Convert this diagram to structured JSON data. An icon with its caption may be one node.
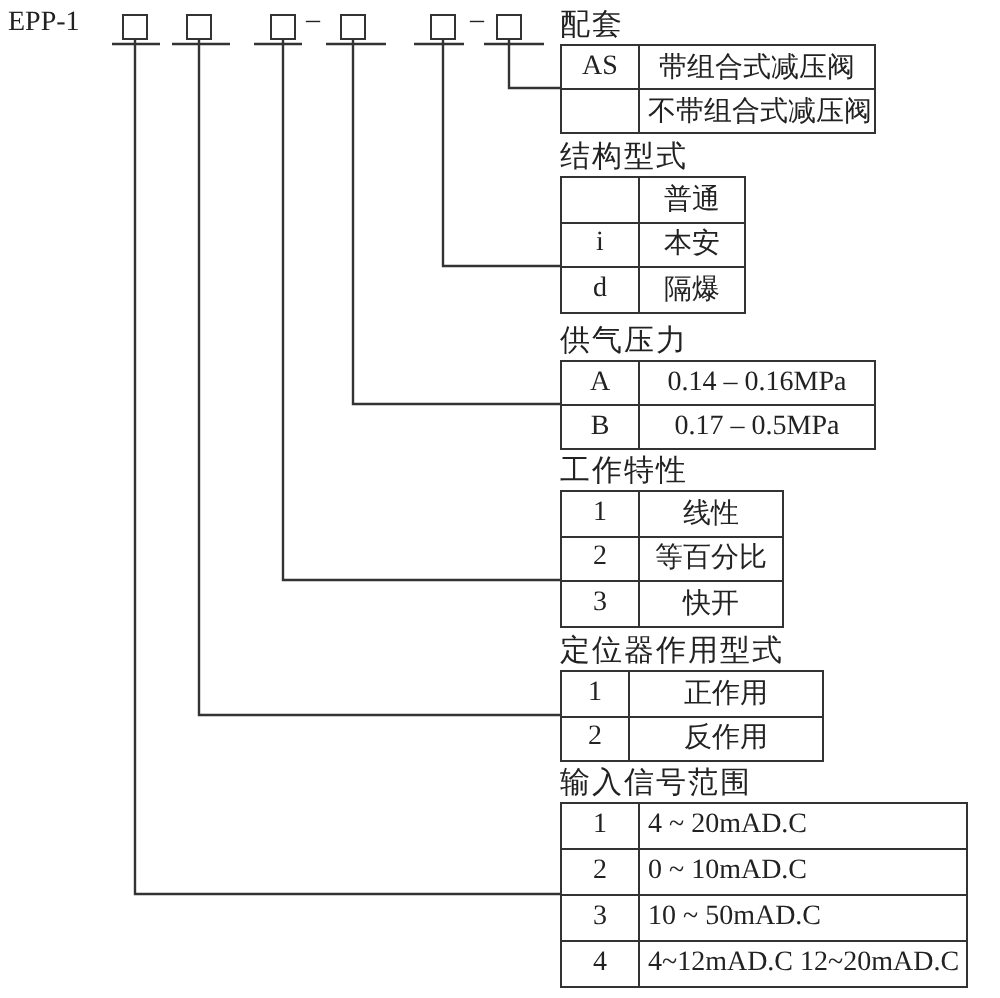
{
  "diagram": {
    "nodes": [
      {
        "text": [],
        "shape": "box"
      },
      {
        "text": [],
        "shape": "box"
      },
      {
        "text": [],
        "shape": "box"
      },
      {
        "text": [],
        "shape": "box"
      },
      {
        "text": [],
        "shape": "box"
      },
      {
        "text": [],
        "shape": "box"
      },
      {
        "text": [
          "配套",
          "AS",
          "带组合式减压阀",
          "不带组合式减压阀"
        ]
      },
      {
        "text": [
          "结构型式",
          "普通",
          "i",
          "本安",
          "d",
          "隔爆"
        ]
      },
      {
        "text": [
          "供气压力",
          "A",
          "0.14 – 0.16MPa",
          "B",
          "0.17 – 0.5MPa"
        ]
      },
      {
        "text": [
          "工作特性",
          "1",
          "线性",
          "2",
          "等百分比",
          "3",
          "快开"
        ]
      },
      {
        "text": [
          "定位器作用型式",
          "1",
          "正作用",
          "2",
          "反作用"
        ]
      },
      {
        "text": [
          "输入信号范围",
          "1",
          "4 ~ 20mAD.C",
          "2",
          "0 ~ 10mAD.C",
          "3",
          "10 ~ 50mAD.C",
          "4",
          "4~12mAD.C  12~20mAD.C"
        ]
      }
    ],
    "edges": [
      {
        "from": 5,
        "to": 6,
        "arrow": "none"
      },
      {
        "from": 4,
        "to": 7,
        "arrow": "none"
      },
      {
        "from": 3,
        "to": 8,
        "arrow": "none"
      },
      {
        "from": 2,
        "to": 9,
        "arrow": "none"
      },
      {
        "from": 1,
        "to": 10,
        "arrow": "none"
      },
      {
        "from": 0,
        "to": 11,
        "arrow": "none"
      }
    ],
    "labels": [
      "EPP-1",
      "–",
      "–"
    ]
  }
}
